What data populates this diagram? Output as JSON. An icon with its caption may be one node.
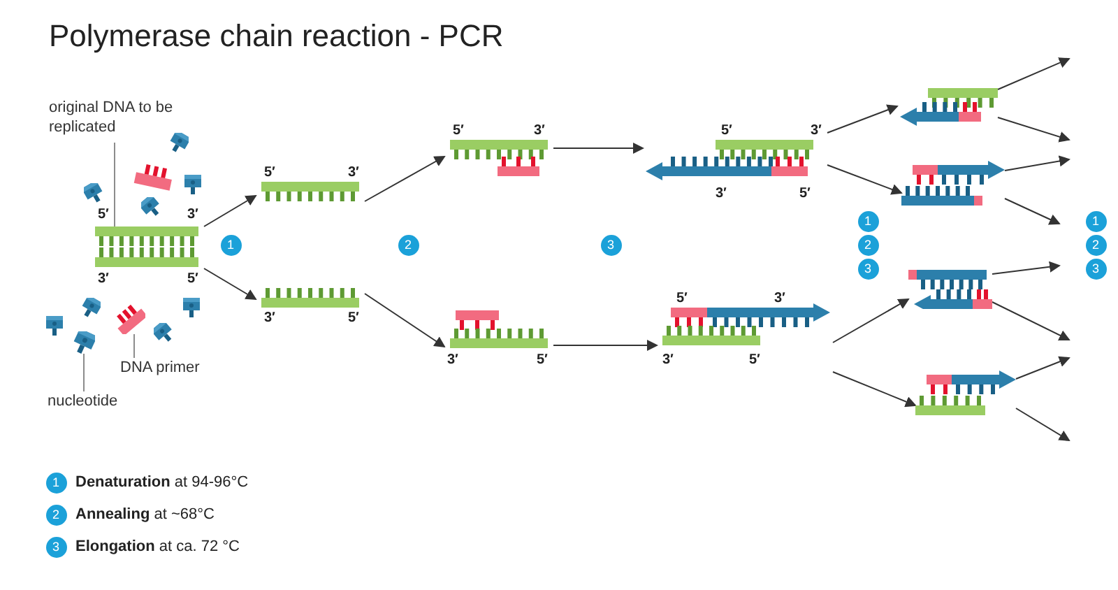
{
  "diagram": {
    "title": "Polymerase chain reaction - PCR",
    "nodes": [
      {
        "text": [
          "original DNA to be replicated"
        ]
      },
      {
        "text": [
          "5′",
          "3′",
          "3′",
          "5′"
        ]
      },
      {
        "text": [
          "5′",
          "3′"
        ]
      },
      {
        "text": [
          "3′",
          "5′"
        ]
      },
      {
        "text": [
          "5′",
          "3′"
        ]
      },
      {
        "text": [
          "3′",
          "5′"
        ]
      },
      {
        "text": [
          "5′",
          "3′",
          "3′",
          "5′"
        ]
      },
      {
        "text": [
          "5′",
          "3′",
          "3′",
          "5′"
        ]
      },
      {
        "text": [],
        "shape": "picture"
      },
      {
        "text": [],
        "shape": "picture"
      },
      {
        "text": [],
        "shape": "picture"
      },
      {
        "text": [],
        "shape": "picture"
      },
      {
        "text": [],
        "shape": "picture"
      },
      {
        "text": [],
        "shape": "picture"
      },
      {
        "text": [
          "DNA primer"
        ]
      },
      {
        "text": [
          "nucleotide"
        ]
      }
    ],
    "edges": [
      {
        "from": 0,
        "to": 1,
        "arrow": "none",
        "color": "#8c8c8c"
      },
      {
        "from": 1,
        "to": 2,
        "arrow": "to"
      },
      {
        "from": 1,
        "to": 3,
        "arrow": "to"
      },
      {
        "from": 2,
        "to": 4,
        "arrow": "to"
      },
      {
        "from": 3,
        "to": 5,
        "arrow": "to"
      },
      {
        "from": 4,
        "to": 6,
        "arrow": "to"
      },
      {
        "from": 5,
        "to": 7,
        "arrow": "to"
      },
      {
        "from": 6,
        "to": 8,
        "arrow": "to"
      },
      {
        "from": 6,
        "to": 9,
        "arrow": "to"
      },
      {
        "from": 7,
        "to": 10,
        "arrow": "to"
      },
      {
        "from": 7,
        "to": 11,
        "arrow": "to"
      },
      {
        "from": 8,
        "to": null,
        "arrow": "to"
      },
      {
        "from": 8,
        "to": null,
        "arrow": "to"
      },
      {
        "from": 9,
        "to": null,
        "arrow": "to"
      },
      {
        "from": 9,
        "to": null,
        "arrow": "to"
      },
      {
        "from": 10,
        "to": null,
        "arrow": "to"
      },
      {
        "from": 10,
        "to": null,
        "arrow": "to"
      },
      {
        "from": 11,
        "to": null,
        "arrow": "to"
      },
      {
        "from": 11,
        "to": null,
        "arrow": "to"
      },
      {
        "from": 14,
        "to": 12,
        "arrow": "none",
        "color": "#8c8c8c"
      },
      {
        "from": 15,
        "to": 13,
        "arrow": "none",
        "color": "#8c8c8c"
      }
    ],
    "labels": [
      "1",
      "2",
      "3",
      "1",
      "2",
      "3",
      "1",
      "2",
      "3",
      "1",
      "**Denaturation** at 94-96°C",
      "2",
      "**Annealing** at ~68°C",
      "3",
      "**Elongation** at ca. 72 °C"
    ]
  }
}
